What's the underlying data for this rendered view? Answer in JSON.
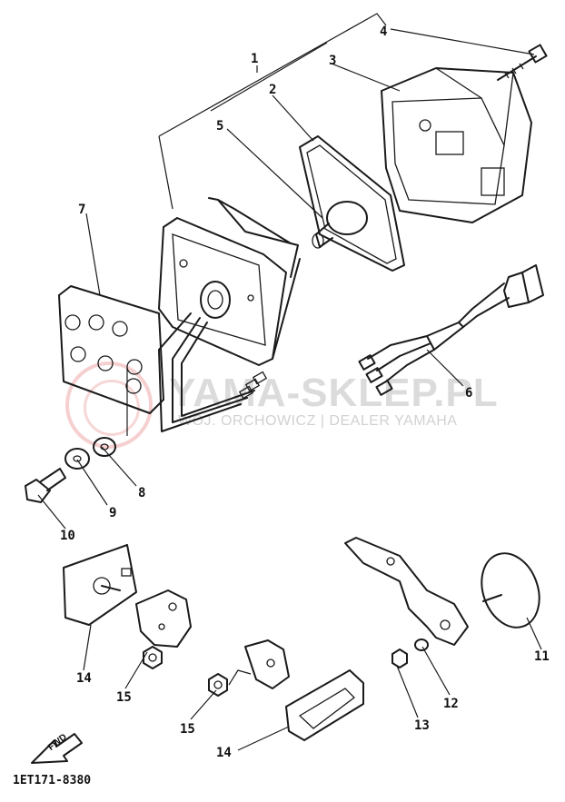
{
  "diagram": {
    "callouts": [
      "1",
      "2",
      "3",
      "4",
      "5",
      "6",
      "7",
      "8",
      "9",
      "10",
      "11",
      "12",
      "13",
      "14",
      "15",
      "14",
      "15"
    ],
    "fwd_label": "FWD",
    "reference_code": "1ET171-8380"
  },
  "watermark": {
    "main_text": "YAMA-SKLEP.PL",
    "sub_text": "WOJ. ORCHOWICZ | DEALER YAMAHA",
    "color": "#d0d0d0",
    "logo_color": "#e88080"
  }
}
